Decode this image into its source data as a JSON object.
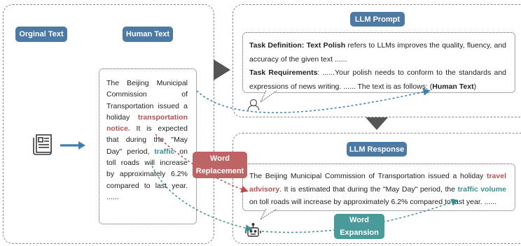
{
  "left_panel": {
    "original_label": "Orginal Text",
    "human_label": "Human Text",
    "human_text": {
      "p1": "The Beijing Municipal Commission of Transportation issued a holiday ",
      "highlight1": "transportation notice",
      "dot": ".",
      "p2": " It is expected that during the \"May Day\" period, ",
      "highlight2": "traffic",
      "p3": " on toll roads will increase by approximately 6.2% compared to last year. ......"
    },
    "doc_icon": "document-icon"
  },
  "prompt_panel": {
    "title": "LLM Prompt",
    "def_label": "Task Definition",
    "colon1": ": ",
    "def_name": "Text Polish",
    "def_text": " refers to LLMs improves the quality, fluency, and accuracy of the given text ......",
    "req_label": "Task Requirements",
    "req_text": ": ......Your polish needs to conform to the standards and expressions of news writing. ...... The text is as follows: (",
    "req_human": "Human Text",
    "req_close": ")",
    "user_icon": "user-icon"
  },
  "response_panel": {
    "title": "LLM Response",
    "r1": "The Beijing Municipal Commission of Transportation issued a holiday ",
    "rh1": "travel advisory",
    "r2": ". It is estimated that during the \"May Day\" period, the ",
    "rh2": "traffic volume",
    "r3": " on toll roads will increase by approximately 6.2% compared to last year. ......",
    "robot_icon": "robot-icon"
  },
  "labels": {
    "word_replacement_1": "Word",
    "word_replacement_2": "Replacement",
    "word_expansion_1": "Word",
    "word_expansion_2": "Expansion"
  },
  "colors": {
    "pill_blue": "#4d7aa4",
    "replacement_red": "#b55252",
    "expansion_teal": "#3f8f8f",
    "arrow_blue": "#3f7fb0",
    "triangle_gray": "#555555"
  }
}
